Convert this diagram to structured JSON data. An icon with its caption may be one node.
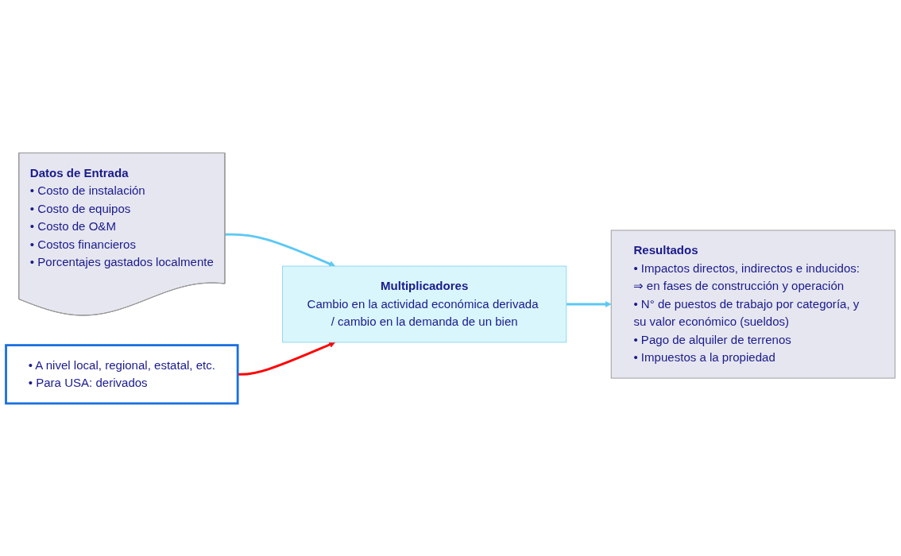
{
  "diagram": {
    "nodes": [
      {
        "text": [
          "Datos de Entrada",
          "• Costo de instalación",
          "• Costo de equipos",
          "• Costo de O&M",
          "• Costos financieros",
          "• Porcentajes gastados localmente"
        ]
      },
      {
        "text": [
          "Multiplicadores",
          "Cambio en la actividad económica derivada / cambio en la demanda de un bien"
        ]
      },
      {
        "text": [
          "• A nivel local, regional, estatal, etc.",
          "• Para USA: derivados"
        ]
      },
      {
        "text": [
          "Resultados",
          "• Impactos directos, indirectos e inducidos:",
          "⇒ en fases de construcción y operación",
          "• N° de puestos de trabajo por categoría, y su valor económico (sueldos)",
          "• Pago de alquiler de terrenos",
          "• Impuestos a la propiedad"
        ]
      }
    ],
    "edges": [
      {
        "from": 0,
        "to": 1,
        "arrow": "to"
      },
      {
        "from": 1,
        "to": 3,
        "arrow": "to"
      },
      {
        "from": 2,
        "to": 1,
        "arrow": "to",
        "color": "#ff0000"
      }
    ]
  }
}
